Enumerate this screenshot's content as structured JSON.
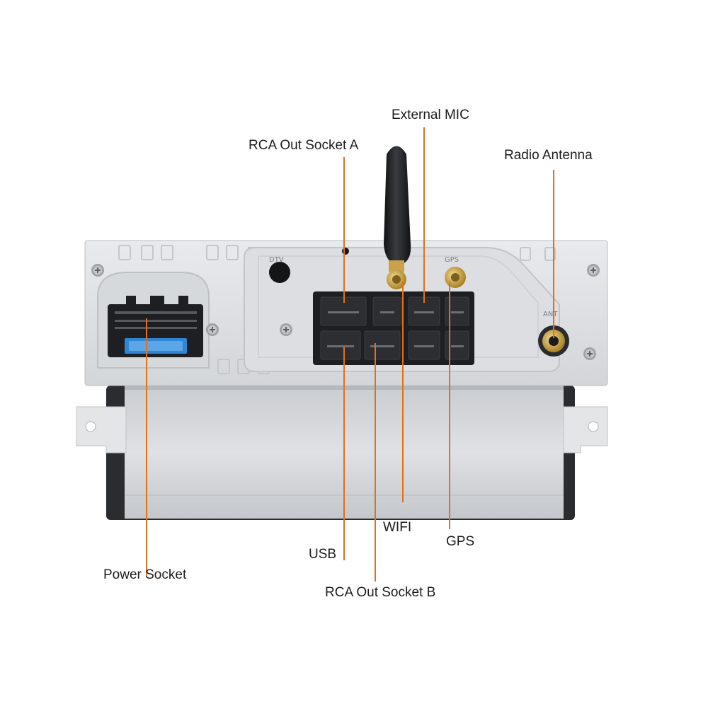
{
  "colors": {
    "leader_line": "#e0701e",
    "chassis": "#dcdee1",
    "connector_block": "#1e1f22",
    "fuse": "#2f86d4",
    "antenna": "#222427",
    "gold": "#c9a24a"
  },
  "panel_print": {
    "dtv": "DTV",
    "gps": "GPS",
    "ant": "ANT"
  },
  "callouts": {
    "external_mic": "External MIC",
    "rca_out_socket_a": "RCA Out Socket A",
    "radio_antenna": "Radio Antenna",
    "wifi": "WIFI",
    "gps": "GPS",
    "usb": "USB",
    "power_socket": "Power Socket",
    "rca_out_socket_b": "RCA Out Socket B"
  }
}
